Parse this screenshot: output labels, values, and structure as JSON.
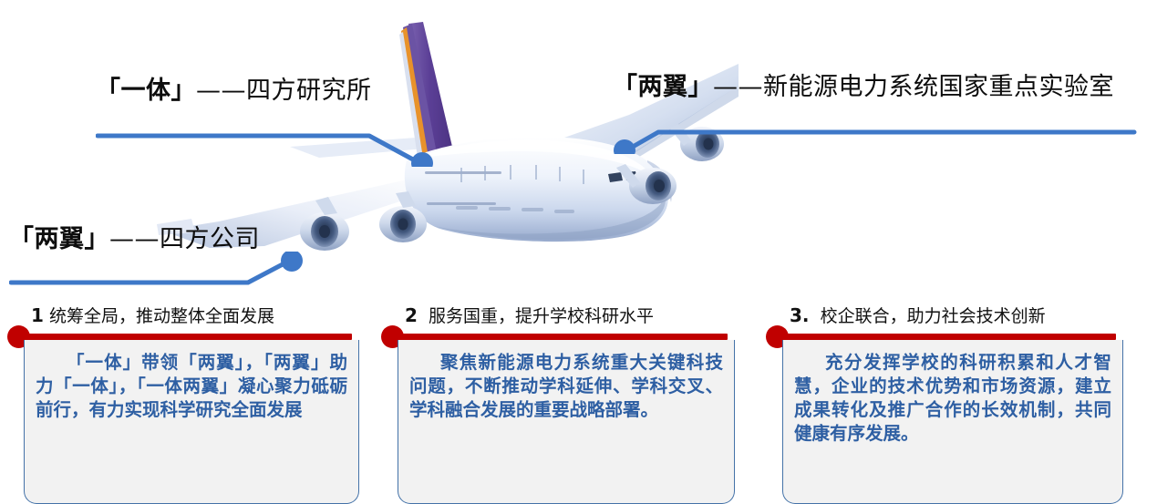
{
  "slide": {
    "theme_colors": {
      "callout_blue": "#3E78C8",
      "card_red": "#C00000",
      "card_border_blue": "#4472A8",
      "card_text_blue": "#2E5FA3",
      "card_fill": "#F2F2F2",
      "tail_purple": "#5B3F96",
      "tail_orange": "#E8922B",
      "fuselage": "#DCE6F4"
    },
    "image": {
      "name": "airbus-a380-airplane",
      "alt": "Large four-engine passenger airliner (Airbus A380) viewed from the front-right, purple tail fin with orange stripe"
    }
  },
  "callouts": [
    {
      "id": "yiti-institute",
      "quote_open": "「",
      "keyword": "一体",
      "quote_close": "」",
      "dash": "——",
      "target": "四方研究所",
      "full_text": "「一体」——四方研究所"
    },
    {
      "id": "liangyi-lab",
      "quote_open": "「",
      "keyword": "两翼",
      "quote_close": "」",
      "dash": "——",
      "target": "新能源电力系统国家重点实验室",
      "full_text": "「两翼」——新能源电力系统国家重点实验室"
    },
    {
      "id": "liangyi-company",
      "quote_open": "「",
      "keyword": "两翼",
      "quote_close": "」",
      "dash": "——",
      "target": "四方公司",
      "full_text": "「两翼」——四方公司"
    }
  ],
  "cards": [
    {
      "number": "1",
      "heading": "统筹全局，推动整体全面发展",
      "body": "「一体」带领「两翼」，「两翼」助力「一体」，「一体两翼」凝心聚力砥砺前行，有力实现科学研究全面发展"
    },
    {
      "number": "2",
      "heading": "服务国重，提升学校科研水平",
      "body": "聚焦新能源电力系统重大关键科技问题，不断推动学科延伸、学科交叉、学科融合发展的重要战略部署。"
    },
    {
      "number": "3.",
      "heading": "校企联合，助力社会技术创新",
      "body": "充分发挥学校的科研积累和人才智慧，企业的技术优势和市场资源，建立成果转化及推广合作的长效机制，共同健康有序发展。"
    }
  ]
}
